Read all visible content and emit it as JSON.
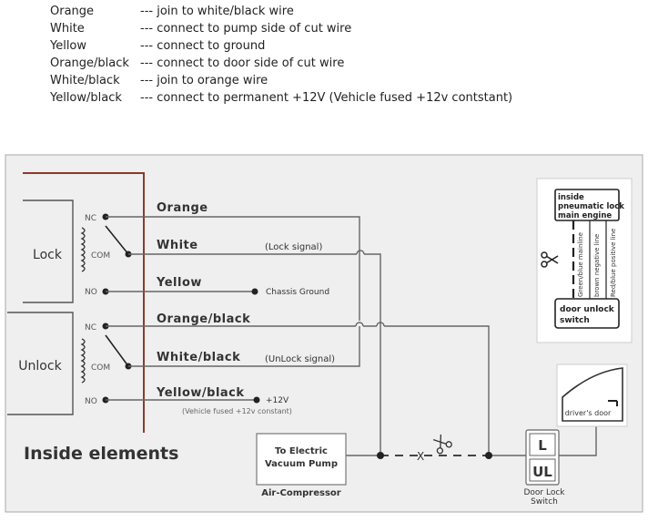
{
  "legend": [
    {
      "name": "Orange",
      "desc": "--- join to white/black wire"
    },
    {
      "name": "White",
      "desc": "--- connect to pump side of cut wire"
    },
    {
      "name": "Yellow",
      "desc": "--- connect to ground"
    },
    {
      "name": "Orange/black",
      "desc": "--- connect to door side of cut wire"
    },
    {
      "name": "White/black",
      "desc": "--- join to orange wire"
    },
    {
      "name": "Yellow/black",
      "desc": "--- connect to permanent +12V  (Vehicle fused +12v contstant)"
    }
  ],
  "relays": {
    "lock": {
      "label": "Lock",
      "nc": "NC",
      "com": "COM",
      "no": "NO"
    },
    "unlock": {
      "label": "Unlock",
      "nc": "NC",
      "com": "COM",
      "no": "NO"
    }
  },
  "wires": {
    "orange": "Orange",
    "white": "White",
    "yellow": "Yellow",
    "orange_black": "Orange/black",
    "white_black": "White/black",
    "yellow_black": "Yellow/black"
  },
  "annotations": {
    "lock_signal": "(Lock signal)",
    "unlock_signal": "(UnLock signal)",
    "chassis_ground": "Chassis Ground",
    "plus12v": "+12V",
    "vehicle_fused": "(Vehicle fused +12v constant)",
    "cut_mark": "X"
  },
  "section_title": "Inside elements",
  "pump": {
    "line1": "To Electric",
    "line2": "Vacuum Pump",
    "caption": "Air-Compressor"
  },
  "switch": {
    "btn1": "L",
    "btn2": "UL",
    "caption1": "Door Lock",
    "caption2": "Switch"
  },
  "pneumatic": {
    "engine_line1": "inside",
    "engine_line2": "pneumatic lock",
    "engine_line3": "main engine",
    "wire1": "Green/blue mainline",
    "wire2": "brown negative line",
    "wire3": "Red/blue positive line",
    "door_line1": "door unlock",
    "door_line2": "switch"
  },
  "door": {
    "label": "driver's door"
  }
}
